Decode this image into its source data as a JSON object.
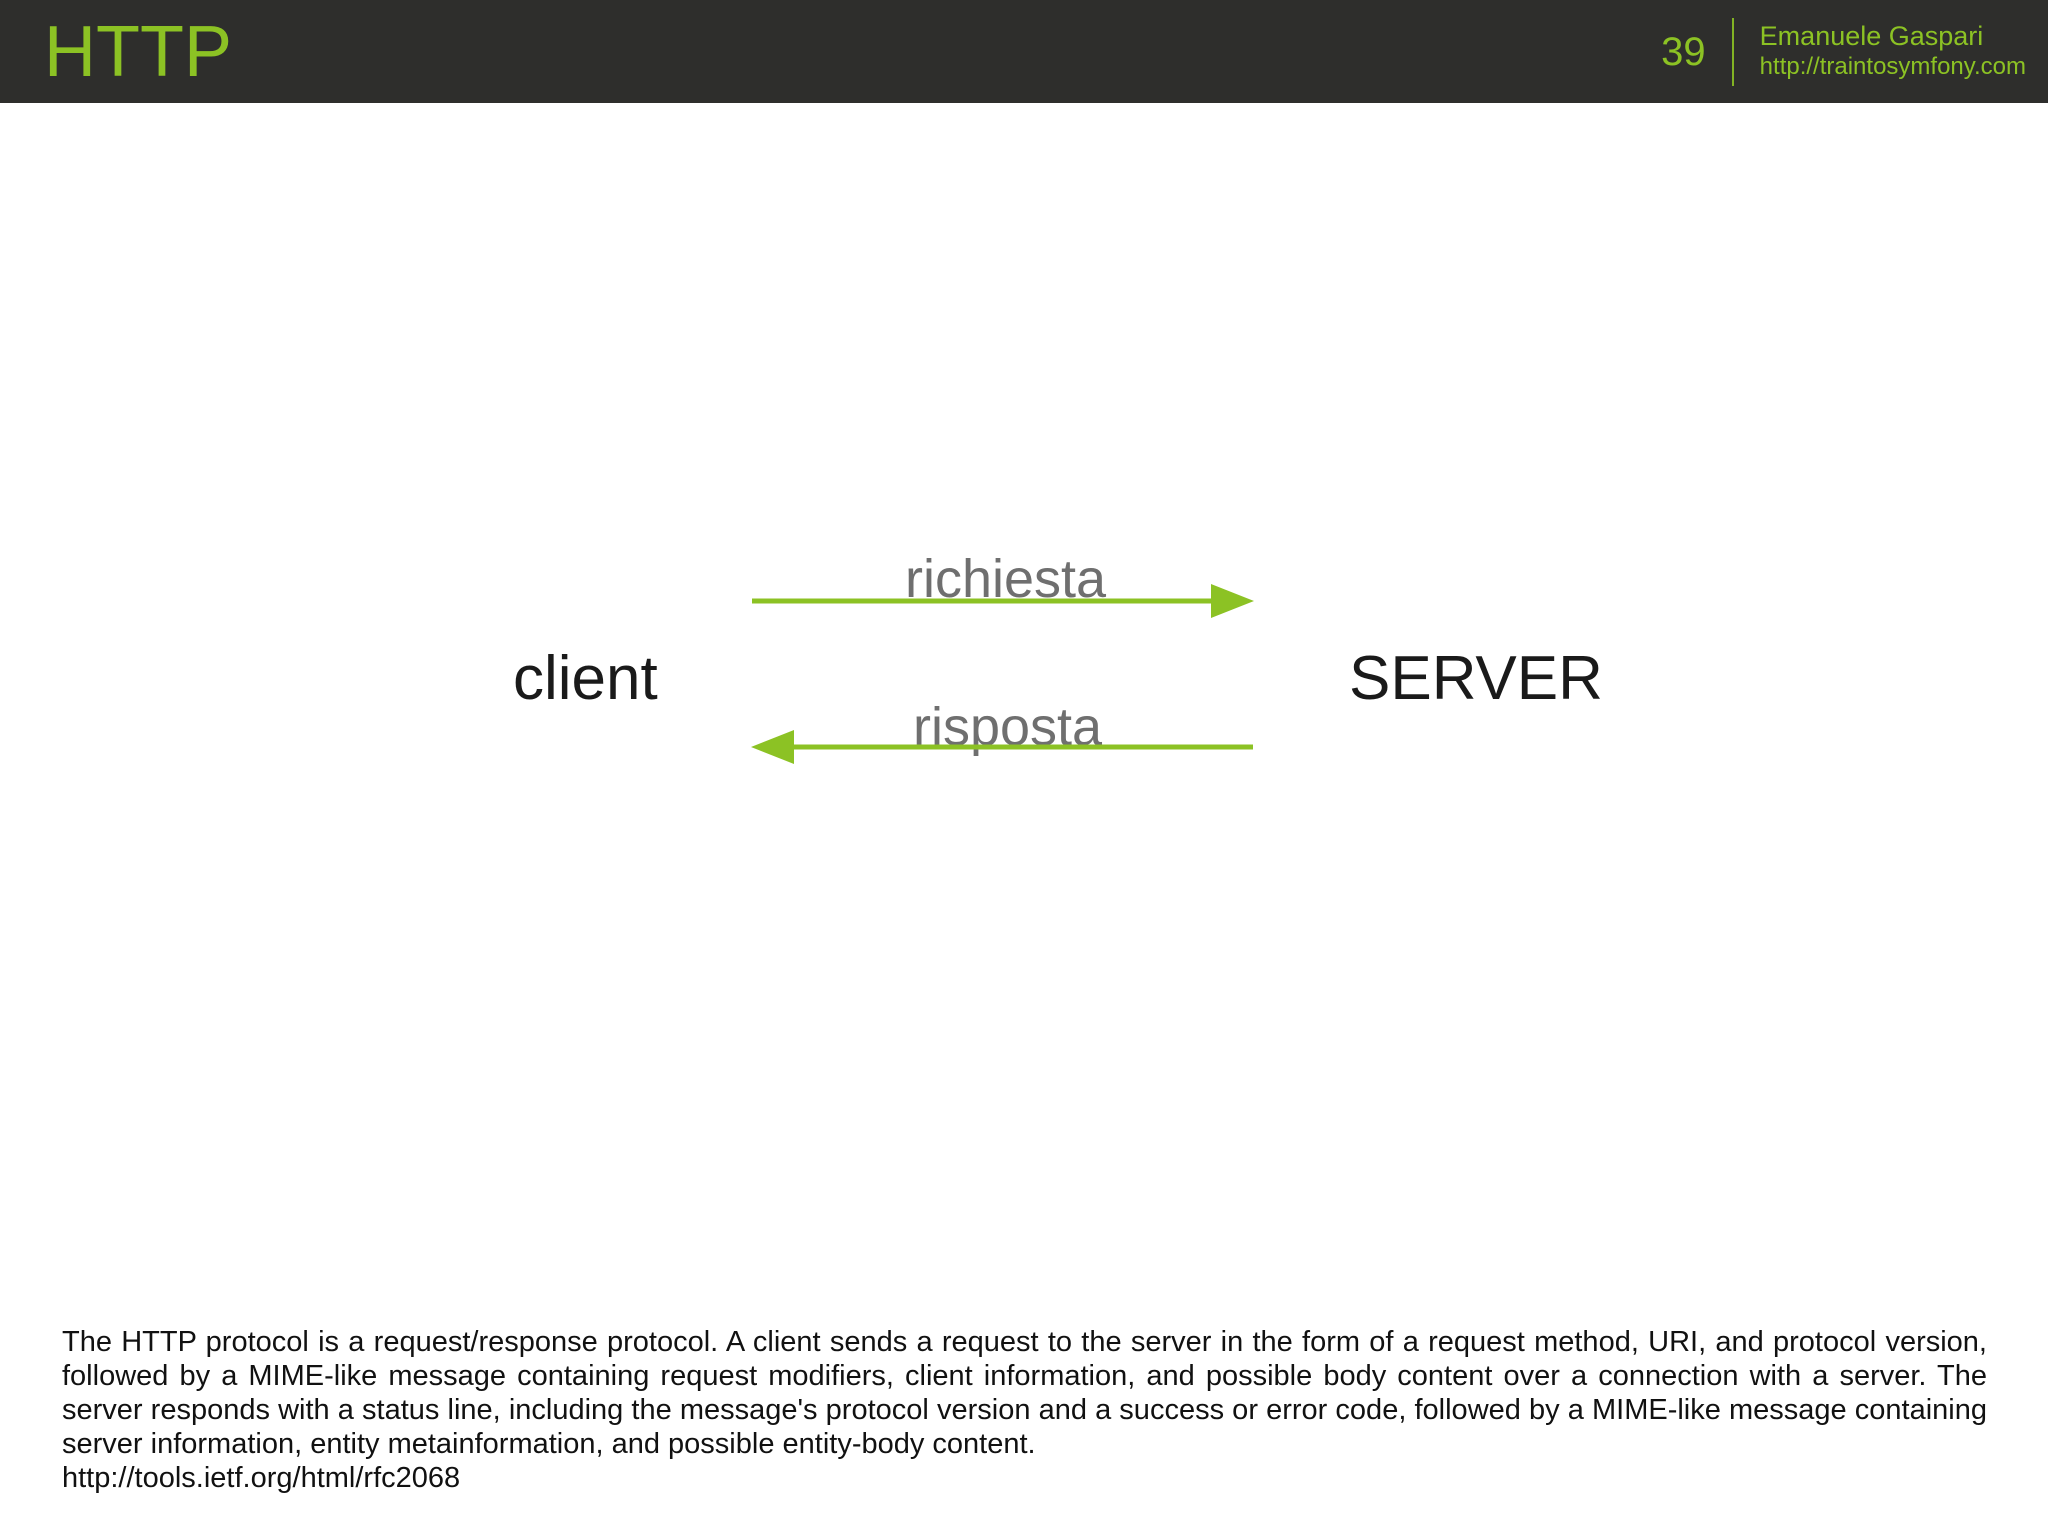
{
  "slide": {
    "title": "HTTP",
    "page_number": "39",
    "author": {
      "name": "Emanuele Gaspari",
      "website": "http://traintosymfony.com"
    },
    "colors": {
      "header_background": "#2e2e2c",
      "accent_green": "#8cc224",
      "label_gray": "#6f6f6f",
      "node_text": "#1a1a1a",
      "body_text": "#111111",
      "page_background": "#ffffff"
    }
  },
  "diagram": {
    "type": "sequence",
    "nodes": [
      {
        "id": "client",
        "label": "client"
      },
      {
        "id": "server",
        "label": "SERVER"
      }
    ],
    "arrows": [
      {
        "id": "request",
        "label": "richiesta",
        "from": "client",
        "to": "server",
        "direction": "right",
        "color": "#8cc224"
      },
      {
        "id": "response",
        "label": "risposta",
        "from": "server",
        "to": "client",
        "direction": "left",
        "color": "#8cc224"
      }
    ]
  },
  "body": {
    "paragraph": "The HTTP protocol is a request/response protocol. A client sends a request to the server in the form of a request method, URI, and protocol version, followed by a MIME-like message containing request modifiers, client information, and possible body content over a connection with a server. The server responds with a status line, including the message's protocol version and a success or error code, followed by a MIME-like message containing server information, entity metainformation, and possible entity-body content.",
    "source_url": "http://tools.ietf.org/html/rfc2068"
  }
}
